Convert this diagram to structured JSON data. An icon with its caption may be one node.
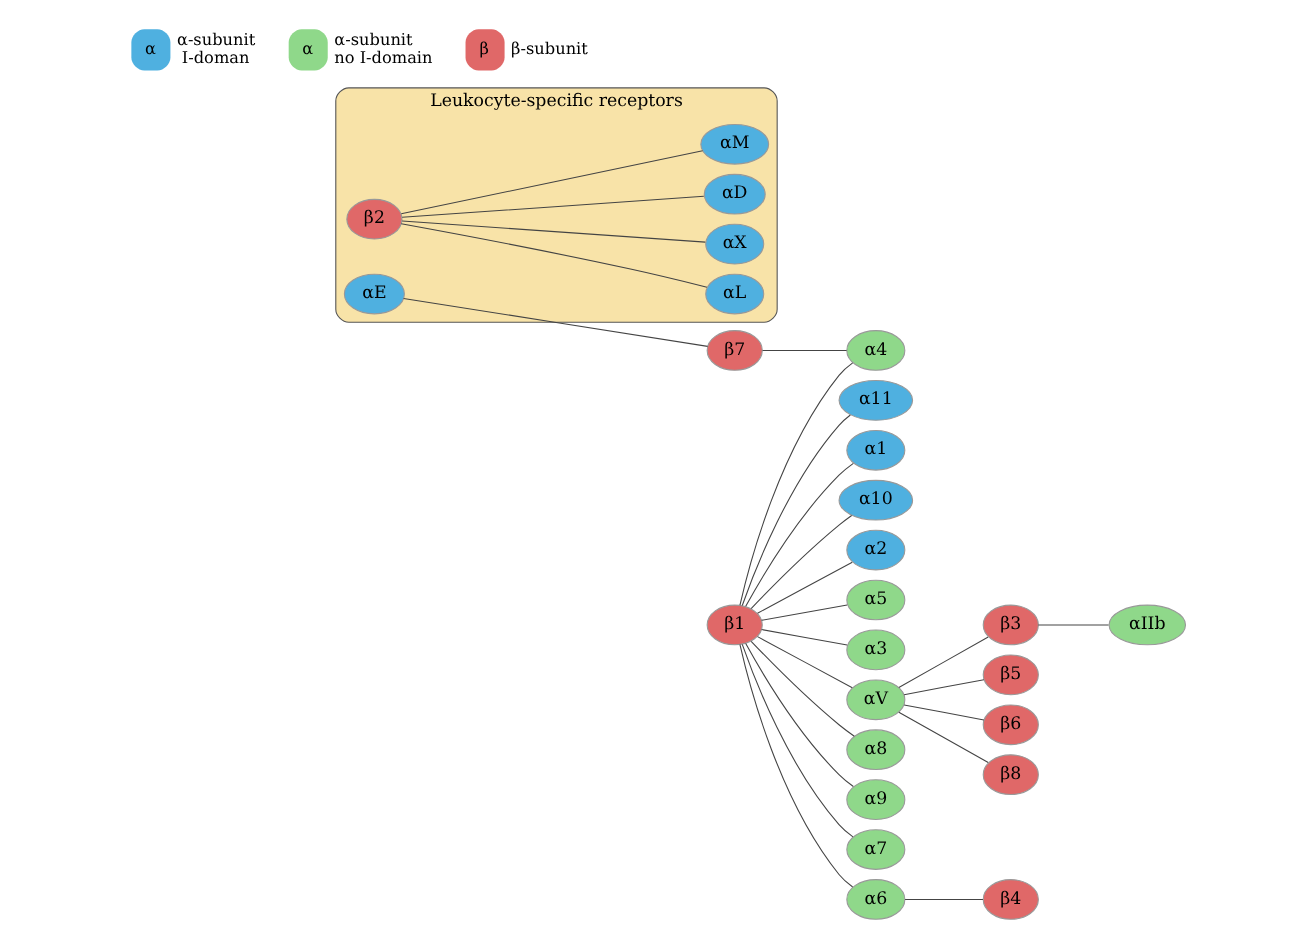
{
  "diagram": {
    "nodes": [
      {
        "text": [
          "Leukocyte-specific receptors"
        ]
      },
      {
        "text": [
          "αL"
        ],
        "in": 0
      },
      {
        "text": [
          "αX"
        ],
        "in": 0
      },
      {
        "text": [
          "β2"
        ],
        "in": 0
      },
      {
        "text": [
          "αD"
        ],
        "in": 0
      },
      {
        "text": [
          "αM"
        ],
        "in": 0
      },
      {
        "text": [
          "αE"
        ],
        "in": 0
      },
      {
        "text": [
          "β7"
        ]
      },
      {
        "text": [
          "αIIb"
        ]
      },
      {
        "text": [
          "α11"
        ]
      },
      {
        "text": [
          "α1"
        ]
      },
      {
        "text": [
          "α10"
        ]
      },
      {
        "text": [
          "β3"
        ]
      },
      {
        "text": [
          "α2"
        ]
      },
      {
        "text": [
          "α5"
        ]
      },
      {
        "text": [
          "β5"
        ]
      },
      {
        "text": [
          "α3"
        ]
      },
      {
        "text": [
          "β1"
        ]
      },
      {
        "text": [
          "αV"
        ]
      },
      {
        "text": [
          "β6"
        ]
      },
      {
        "text": [
          "α4"
        ]
      },
      {
        "text": [
          "α8"
        ]
      },
      {
        "text": [
          "α9"
        ]
      },
      {
        "text": [
          "α7"
        ]
      },
      {
        "text": [
          "α6"
        ]
      },
      {
        "text": [
          "β8"
        ]
      },
      {
        "text": [
          "β4"
        ]
      }
    ],
    "edges": [
      {
        "from": 3,
        "to": 1,
        "arrow": "none"
      },
      {
        "from": 3,
        "to": 2,
        "arrow": "none"
      },
      {
        "from": 3,
        "to": 4,
        "arrow": "none"
      },
      {
        "from": 3,
        "to": 5,
        "arrow": "none"
      },
      {
        "from": 6,
        "to": 7,
        "arrow": "none"
      },
      {
        "from": 7,
        "to": 20,
        "arrow": "none"
      },
      {
        "from": 17,
        "to": 10,
        "arrow": "none"
      },
      {
        "from": 17,
        "to": 9,
        "arrow": "none"
      },
      {
        "from": 17,
        "to": 11,
        "arrow": "none"
      },
      {
        "from": 17,
        "to": 13,
        "arrow": "none"
      },
      {
        "from": 17,
        "to": 14,
        "arrow": "none"
      },
      {
        "from": 17,
        "to": 16,
        "arrow": "none"
      },
      {
        "from": 17,
        "to": 18,
        "arrow": "none"
      },
      {
        "from": 17,
        "to": 20,
        "arrow": "none"
      },
      {
        "from": 17,
        "to": 21,
        "arrow": "none"
      },
      {
        "from": 17,
        "to": 22,
        "arrow": "none"
      },
      {
        "from": 17,
        "to": 23,
        "arrow": "none"
      },
      {
        "from": 17,
        "to": 24,
        "arrow": "none"
      },
      {
        "from": 24,
        "to": 26,
        "arrow": "none"
      },
      {
        "from": 18,
        "to": 12,
        "arrow": "none"
      },
      {
        "from": 12,
        "to": 8,
        "arrow": "none"
      },
      {
        "from": 18,
        "to": 15,
        "arrow": "none"
      },
      {
        "from": 18,
        "to": 19,
        "arrow": "none"
      },
      {
        "from": 18,
        "to": 25,
        "arrow": "none"
      }
    ],
    "labels": [
      "α",
      "α",
      "β"
    ],
    "legend": [
      {
        "text": "α-subunit I-doman",
        "color": "#4fb0e0"
      },
      {
        "text": "α-subunit no I-domain",
        "color": "#8fd88a"
      },
      {
        "text": "β-subunit",
        "color": "#e06868"
      }
    ]
  }
}
